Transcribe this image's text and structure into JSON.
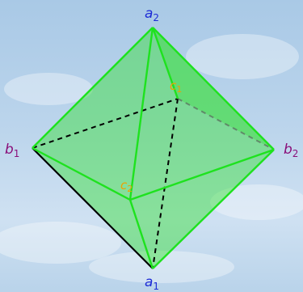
{
  "colors": {
    "face": "#33e033",
    "edge": "#1ee21e",
    "hidden_edge": "#000000",
    "apex_label": "#1d2bd6",
    "side_label": "#8a0f7a",
    "midpoint_label": "#f0a000"
  },
  "vertices": {
    "a2": {
      "letter": "a",
      "sub": "2"
    },
    "a1": {
      "letter": "a",
      "sub": "1"
    },
    "b1": {
      "letter": "b",
      "sub": "1"
    },
    "b2": {
      "letter": "b",
      "sub": "2"
    },
    "c1": {
      "letter": "c",
      "sub": "1"
    },
    "c2": {
      "letter": "c",
      "sub": "2"
    }
  }
}
